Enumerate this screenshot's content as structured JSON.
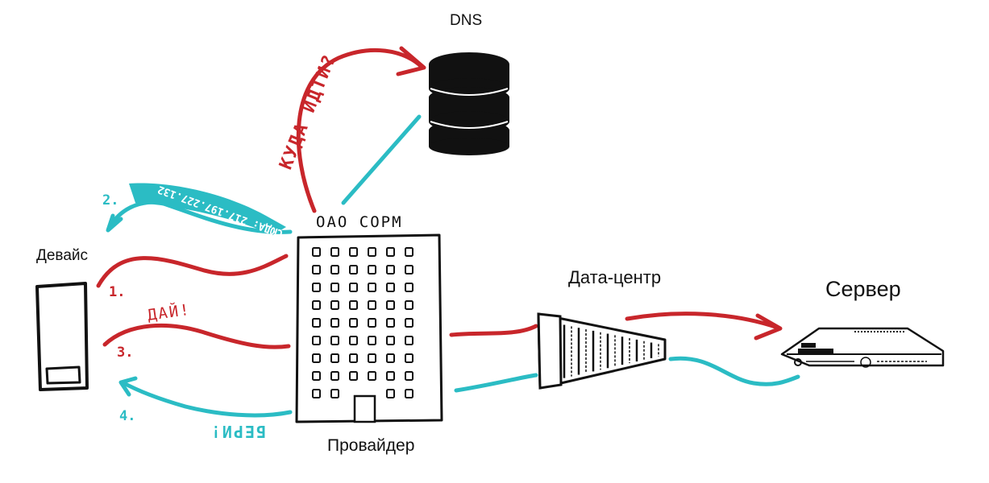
{
  "labels": {
    "dns": "DNS",
    "device": "Девайс",
    "provider": "Провайдер",
    "provider_sign": "ОАО СОРМ",
    "datacenter": "Дата-центр",
    "server": "Сервер"
  },
  "annotations": {
    "where_to_go": "КУДА ИДТИ?",
    "step1": "1.",
    "step2": "2.",
    "step2_text": "СЮДА: 217.197.227.132",
    "step3": "3.",
    "step3_text": "ДАЙ!",
    "step4": "4.",
    "step4_text": "БЕРИ!"
  },
  "colors": {
    "request": "#c8262b",
    "response": "#2bbcc4",
    "ink": "#111111"
  },
  "icons": {
    "dns": "database-icon",
    "device": "smartphone-icon",
    "provider": "office-building-icon",
    "datacenter": "server-rack-icon",
    "server": "rack-server-icon"
  }
}
